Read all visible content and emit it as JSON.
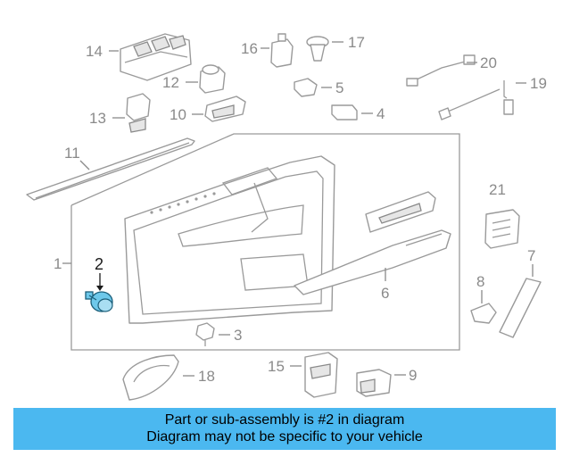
{
  "callouts": {
    "c1": "1",
    "c2": "2",
    "c3": "3",
    "c4": "4",
    "c5": "5",
    "c6": "6",
    "c7": "7",
    "c8": "8",
    "c9": "9",
    "c10": "10",
    "c11": "11",
    "c12": "12",
    "c13": "13",
    "c14": "14",
    "c15": "15",
    "c16": "16",
    "c17": "17",
    "c18": "18",
    "c19": "19",
    "c20": "20",
    "c21": "21"
  },
  "banner": {
    "line1": "Part or sub-assembly is #2 in diagram",
    "line2": "Diagram may not be specific to your vehicle"
  },
  "colors": {
    "highlight": "#6ec8ea",
    "banner": "#4bb8f0",
    "linework": "#9a9a9a"
  }
}
